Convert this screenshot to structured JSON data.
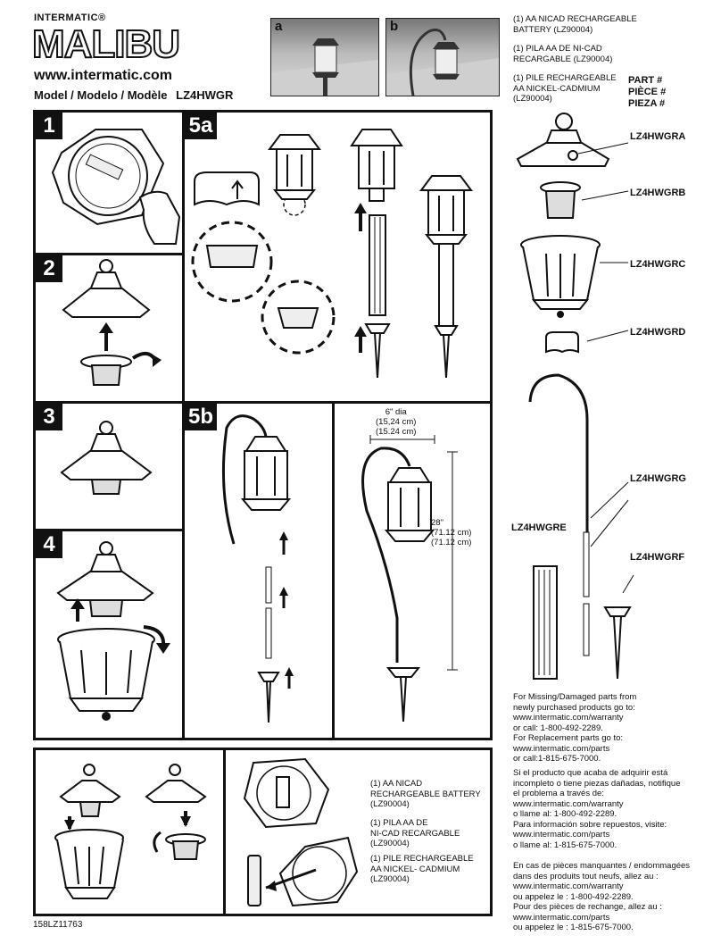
{
  "brand": {
    "intermatic": "INTERMATIC®",
    "malibu": "MALIBU",
    "url": "www.intermatic.com",
    "model_label": "Model / Modelo / Modèle",
    "model": "LZ4HWGR"
  },
  "views": {
    "a": "a",
    "b": "b"
  },
  "battery_notes": {
    "en": "(1) AA NICAD RECHARGEABLE\nBATTERY (LZ90004)",
    "es": "(1) PILA AA DE NI-CAD\nRECARGABLE (LZ90004)",
    "fr": "(1) PILE RECHARGEABLE\nAA NICKEL-CADMIUM\n(LZ90004)"
  },
  "part_header": {
    "en": "PART #",
    "fr": "PIÈCE #",
    "es": "PIEZA #"
  },
  "parts": {
    "a": "LZ4HWGRA",
    "b": "LZ4HWGRB",
    "c": "LZ4HWGRC",
    "d": "LZ4HWGRD",
    "g": "LZ4HWGRG",
    "e": "LZ4HWGRE",
    "f": "LZ4HWGRF"
  },
  "steps": {
    "s1": "1",
    "s2": "2",
    "s3": "3",
    "s4": "4",
    "s5a": "5a",
    "s5b": "5b"
  },
  "dimensions": {
    "dia": "6\" dia\n(15,24 cm)\n(15.24 cm)",
    "height": "28\"\n(71.12 cm)\n(71.12 cm)"
  },
  "bottom_battery": {
    "en": "(1) AA NICAD\n RECHARGEABLE BATTERY\n(LZ90004)",
    "es": "(1) PILA AA DE\nNI-CAD RECARGABLE\n(LZ90004)",
    "fr": "(1) PILE RECHARGEABLE\nAA NICKEL- CADMIUM\n(LZ90004)"
  },
  "support": {
    "en": "For Missing/Damaged parts from\nnewly purchased products go to:\nwww.intermatic.com/warranty\nor call: 1-800-492-2289.\nFor Replacement parts go to:\nwww.intermatic.com/parts\nor call:1-815-675-7000.",
    "es": "Si el producto que acaba de adquirir está\nincompleto  o  tiene piezas dañadas, notifique\nel problema a través de:\nwww.intermatic.com/warranty\no llame al: 1-800-492-2289.\nPara información sobre repuestos, visite:\nwww.intermatic.com/parts\no llame al: 1-815-675-7000.",
    "fr": "En cas de pièces manquantes  /  endommagées\ndans des produits tout neufs, allez au :\nwww.intermatic.com/warranty\nou appelez le  :  1-800-492-2289.\nPour des pièces de rechange, allez au  :\nwww.intermatic.com/parts\nou appelez le  :  1-815-675-7000."
  },
  "doc_code": "158LZ11763"
}
